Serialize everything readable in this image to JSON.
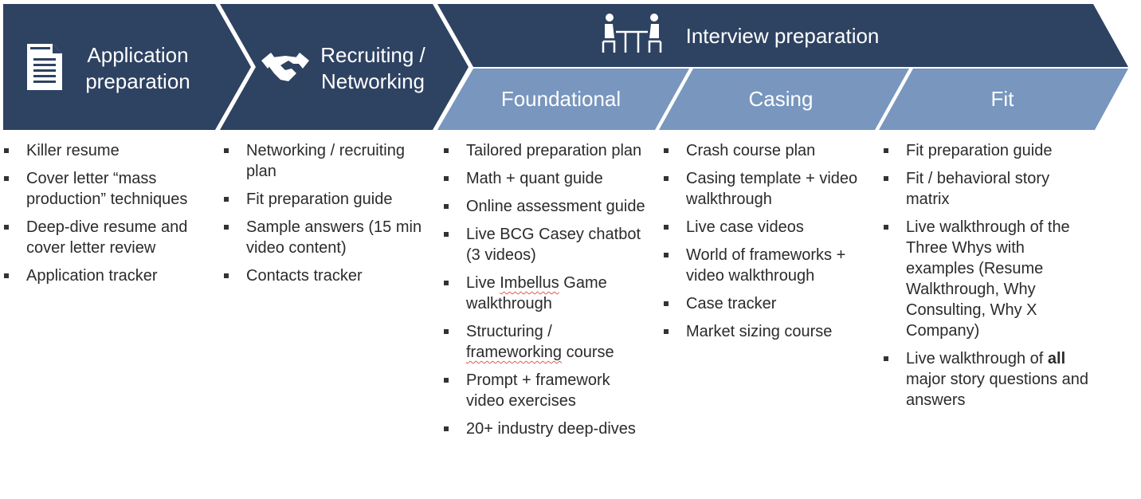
{
  "colors": {
    "dark": "#2e4262",
    "light": "#7896be",
    "text": "#2b2b2b"
  },
  "stages": [
    {
      "label": "Application preparation",
      "icon": "document-icon"
    },
    {
      "label": "Recruiting / Networking",
      "icon": "handshake-icon"
    },
    {
      "label": "Interview preparation",
      "icon": "interview-table-icon"
    }
  ],
  "substages": [
    "Foundational",
    "Casing",
    "Fit"
  ],
  "columns": [
    {
      "items": [
        "Killer resume",
        "Cover letter “mass production” techniques",
        "Deep-dive resume and cover letter review",
        "Application tracker"
      ]
    },
    {
      "items": [
        "Networking / recruiting plan",
        "Fit preparation guide",
        "Sample answers (15 min video content)",
        "Contacts tracker"
      ]
    },
    {
      "items": [
        "Tailored preparation plan",
        "Math + quant guide",
        "Online assessment guide",
        "Live BCG Casey chatbot (3 videos)",
        "Live Imbellus Game walkthrough",
        "Structuring / frameworking course",
        "Prompt + framework video exercises",
        "20+ industry deep-dives"
      ]
    },
    {
      "items": [
        "Crash course plan",
        "Casing template + video walkthrough",
        "Live case videos",
        "World of frameworks + video walkthrough",
        "Case tracker",
        "Market sizing course"
      ]
    },
    {
      "items": [
        "Fit preparation guide",
        "Fit / behavioral story matrix",
        "Live walkthrough of the Three Whys with examples (Resume Walkthrough, Why Consulting, Why X Company)",
        "Live walkthrough of all major story questions and answers"
      ]
    }
  ]
}
